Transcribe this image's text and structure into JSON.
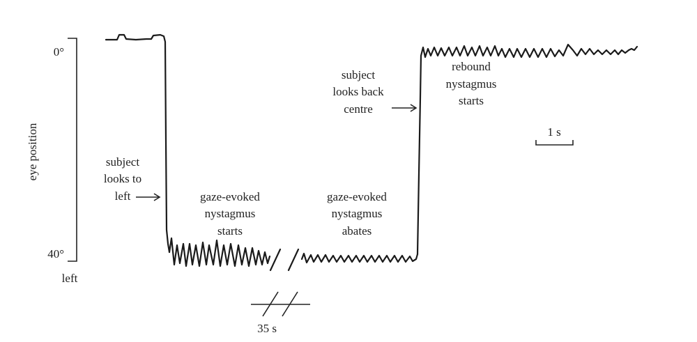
{
  "figure": {
    "y_axis": {
      "label": "eye position",
      "top_tick": "0°",
      "bottom_tick": "40°",
      "direction": "left"
    },
    "annotations": {
      "looks_left": [
        "subject",
        "looks to",
        "left"
      ],
      "gaze_starts": [
        "gaze-evoked",
        "nystagmus",
        "starts"
      ],
      "gaze_abates": [
        "gaze-evoked",
        "nystagmus",
        "abates"
      ],
      "looks_back": [
        "subject",
        "looks back",
        "centre"
      ],
      "rebound": [
        "rebound",
        "nystagmus",
        "starts"
      ]
    },
    "time_break_label": "35 s",
    "scale_bar_label": "1 s",
    "colors": {
      "ink": "#1a1a1a",
      "background": "#ffffff"
    }
  }
}
